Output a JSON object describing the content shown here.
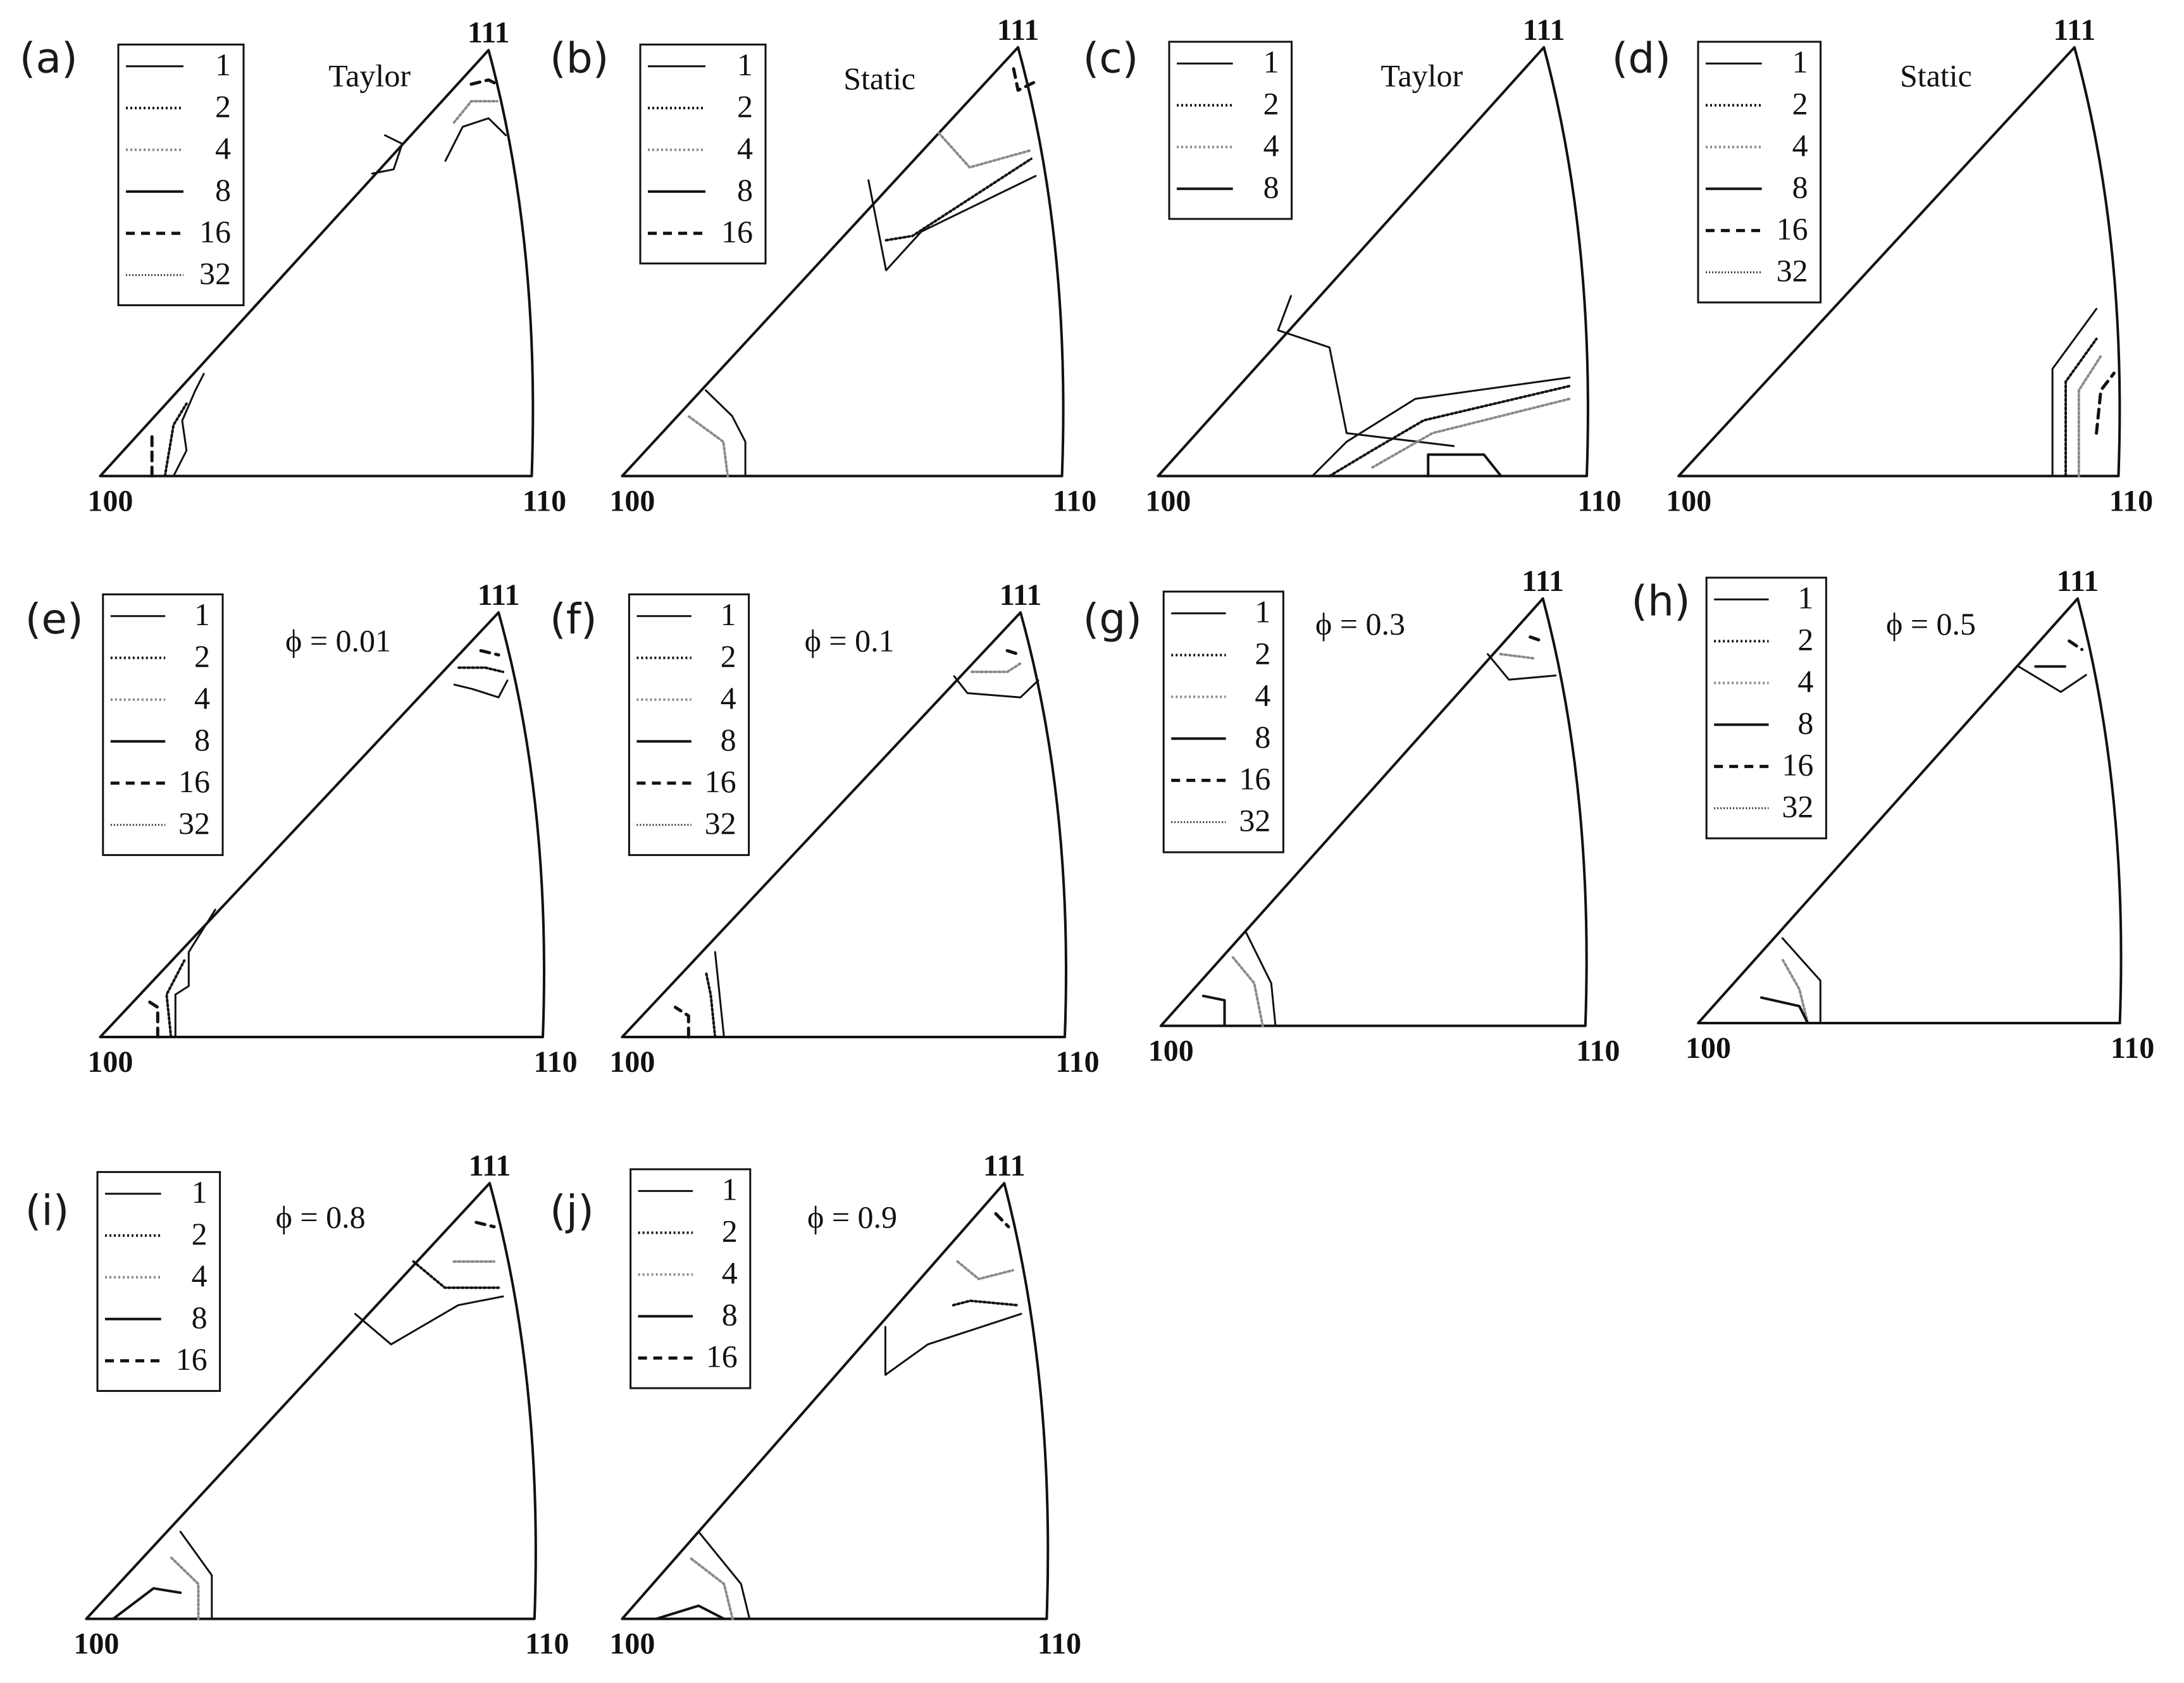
{
  "figure": {
    "panels": [
      {
        "id": "a",
        "label": "(a)",
        "title": "Taylor",
        "legend": [
          "1",
          "2",
          "4",
          "8",
          "16",
          "32"
        ]
      },
      {
        "id": "b",
        "label": "(b)",
        "title": "Static",
        "legend": [
          "1",
          "2",
          "4",
          "8",
          "16"
        ]
      },
      {
        "id": "c",
        "label": "(c)",
        "title": "Taylor",
        "legend": [
          "1",
          "2",
          "4",
          "8"
        ]
      },
      {
        "id": "d",
        "label": "(d)",
        "title": "Static",
        "legend": [
          "1",
          "2",
          "4",
          "8",
          "16",
          "32"
        ]
      },
      {
        "id": "e",
        "label": "(e)",
        "title": "ϕ = 0.01",
        "legend": [
          "1",
          "2",
          "4",
          "8",
          "16",
          "32"
        ]
      },
      {
        "id": "f",
        "label": "(f)",
        "title": "ϕ = 0.1",
        "legend": [
          "1",
          "2",
          "4",
          "8",
          "16",
          "32"
        ]
      },
      {
        "id": "g",
        "label": "(g)",
        "title": "ϕ = 0.3",
        "legend": [
          "1",
          "2",
          "4",
          "8",
          "16",
          "32"
        ]
      },
      {
        "id": "h",
        "label": "(h)",
        "title": "ϕ = 0.5",
        "legend": [
          "1",
          "2",
          "4",
          "8",
          "16",
          "32"
        ]
      },
      {
        "id": "i",
        "label": "(i)",
        "title": "ϕ = 0.8",
        "legend": [
          "1",
          "2",
          "4",
          "8",
          "16"
        ]
      },
      {
        "id": "j",
        "label": "(j)",
        "title": "ϕ = 0.9",
        "legend": [
          "1",
          "2",
          "4",
          "8",
          "16"
        ]
      }
    ],
    "corners": {
      "c100": "100",
      "c110": "110",
      "c111": "111"
    }
  }
}
